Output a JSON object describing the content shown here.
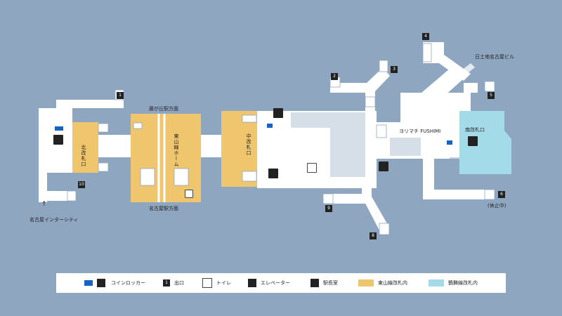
{
  "colors": {
    "background": "#8fa6c1",
    "corridor": "#ffffff",
    "higashiyama_gate": "#efc56e",
    "tsurumai_gate": "#a3dbe8",
    "locker": "#1565c0",
    "concourse": "#d6dee8"
  },
  "labels": {
    "fujigaoka": "藤が丘駅方面",
    "nagoya": "名古屋駅方面",
    "higashiyama_home": "東山線ホーム",
    "north_gate": "北改札口",
    "central_gate": "中改札口",
    "south_gate": "南改札口",
    "yorimachi": "ヨリマチ FUSHIMI",
    "nissay": "日土地名古屋ビル",
    "intercity": "名古屋インターシティ",
    "closed": "(休止中)"
  },
  "exits": [
    "1",
    "2",
    "3",
    "4",
    "5",
    "6",
    "8",
    "9",
    "10"
  ],
  "legend": {
    "locker": "コインロッカー",
    "exit": "出口",
    "exit_sample": "1",
    "toilet": "トイレ",
    "elevator": "エレベーター",
    "station_office": "駅長室",
    "higashiyama": "東山線改札内",
    "tsurumai": "鶴舞線改札内"
  },
  "icons": [
    "locker-icon",
    "toilet-icon",
    "elevator-icon",
    "station-office-icon",
    "exit-arrow-icon"
  ]
}
